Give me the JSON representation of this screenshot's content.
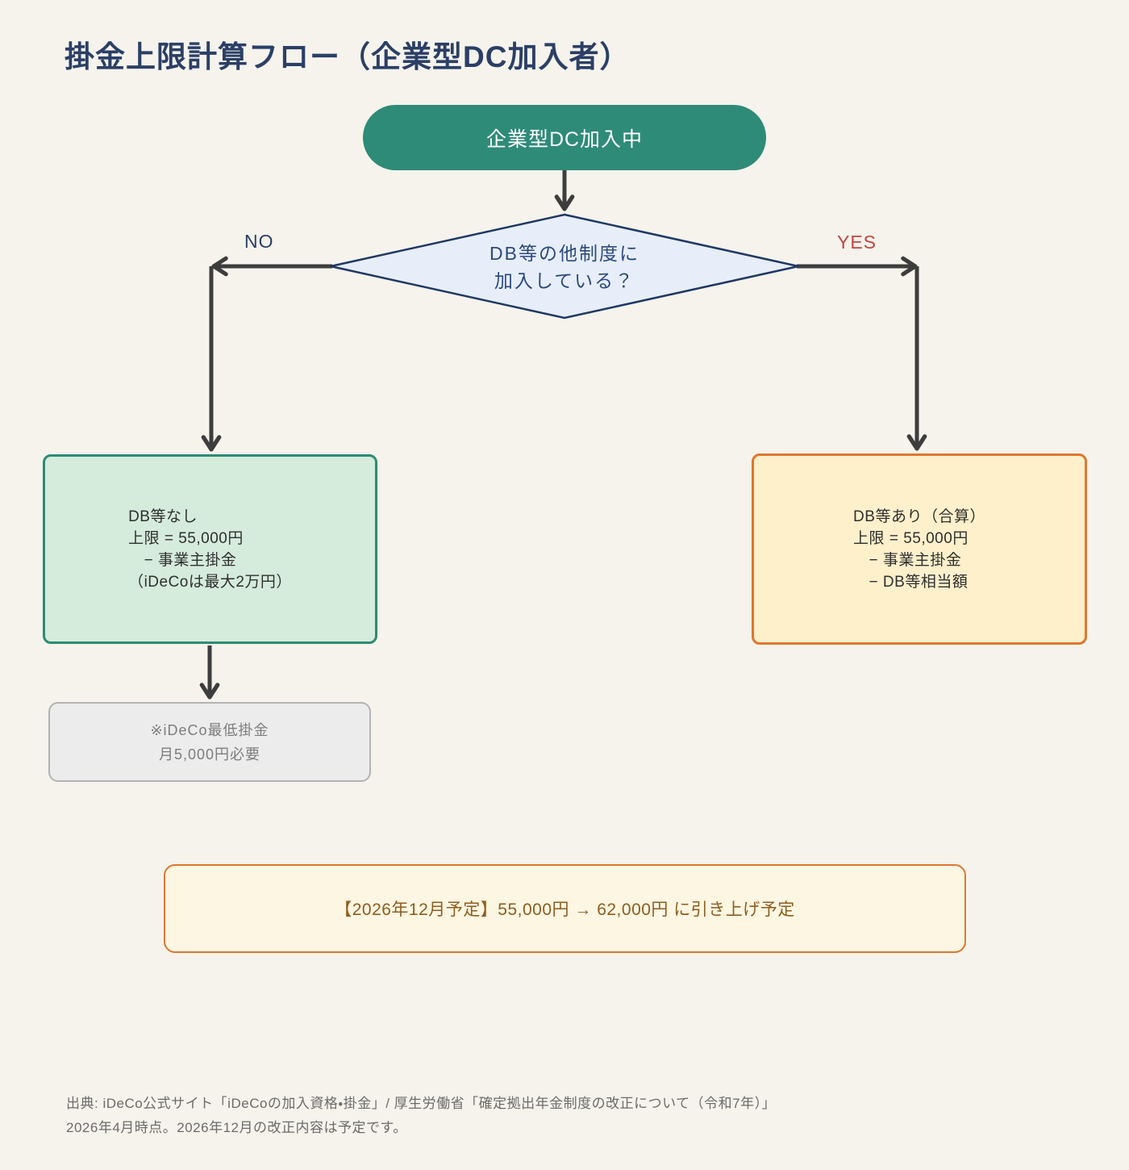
{
  "title": "掛金上限計算フロー（企業型DC加入者）",
  "flow": {
    "start": {
      "label": "企業型DC加入中"
    },
    "decision": {
      "lines": [
        "DB等の他制度に",
        "加入している？"
      ]
    },
    "branch_no": {
      "label": "NO"
    },
    "branch_yes": {
      "label": "YES"
    },
    "result_no": {
      "lines": [
        "DB等なし",
        "上限 = 55,000円",
        "　− 事業主掛金",
        "（iDeCoは最大2万円）"
      ]
    },
    "result_yes": {
      "lines": [
        "DB等あり（合算）",
        "上限 = 55,000円",
        "　− 事業主掛金",
        "　− DB等相当額"
      ]
    },
    "min_note": {
      "lines": [
        "※iDeCo最低掛金",
        "月5,000円必要"
      ]
    },
    "future_note": {
      "label": "【2026年12月予定】55,000円 → 62,000円 に引き上げ予定"
    }
  },
  "footer": {
    "lines": [
      "出典: iDeCo公式サイト「iDeCoの加入資格・掛金」/ 厚生労働省「確定拠出年金制度の改正について（令和7年）」",
      "2026年4月時点。2026年12月の改正内容は予定です。"
    ]
  },
  "colors": {
    "background": "#f5f3ec",
    "title_color": "#2b3f66",
    "arrow": "#3d3d3d",
    "start_bg": "#2e8b77",
    "start_text": "#ffffff",
    "decision_fill": "#e7eef9",
    "decision_border": "#1f3864",
    "decision_text": "#2b4a7d",
    "no_label": "#2b3f66",
    "yes_label": "#c2453e",
    "result_no_bg": "#d5ebdc",
    "result_no_border": "#2e8b74",
    "result_yes_bg": "#fdf0cb",
    "result_yes_border": "#e0762e",
    "box_text": "#2f2f2f",
    "note_bg": "#ececec",
    "note_border": "#b3b3b3",
    "note_text": "#7d7d7d",
    "future_bg": "#fdf6e2",
    "future_border": "#e0762e",
    "future_text": "#8f5c1e",
    "footer_text": "#6b6b6b"
  }
}
